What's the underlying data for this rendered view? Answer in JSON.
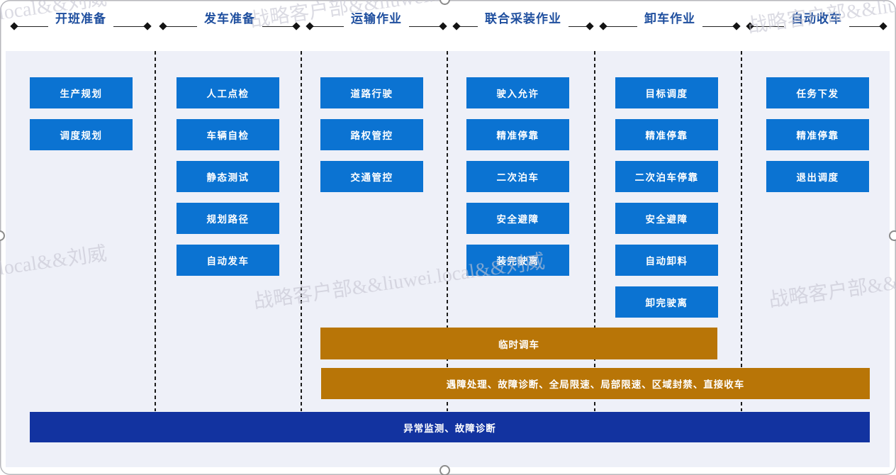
{
  "canvas": {
    "watermark": "战略客户部&&liuwei.local&&刘威"
  },
  "phases": [
    {
      "label": "开班准备",
      "tasks": [
        "生产规划",
        "调度规划"
      ]
    },
    {
      "label": "发车准备",
      "tasks": [
        "人工点检",
        "车辆自检",
        "静态测试",
        "规划路径",
        "自动发车"
      ]
    },
    {
      "label": "运输作业",
      "tasks": [
        "道路行驶",
        "路权管控",
        "交通管控"
      ]
    },
    {
      "label": "联合采装作业",
      "tasks": [
        "驶入允许",
        "精准停靠",
        "二次泊车",
        "安全避障",
        "装完驶离"
      ]
    },
    {
      "label": "卸车作业",
      "tasks": [
        "目标调度",
        "精准停靠",
        "二次泊车停靠",
        "安全避障",
        "自动卸料",
        "卸完驶离"
      ]
    },
    {
      "label": "自动收车",
      "tasks": [
        "任务下发",
        "精准停靠",
        "退出调度"
      ]
    }
  ],
  "overlay_bars": [
    {
      "id": "temp-dispatch",
      "label": "临时调车",
      "color": "#b87507"
    },
    {
      "id": "exception-handling",
      "label": "遇障处理、故障诊断、全局限速、局部限速、区域封禁、直接收车",
      "color": "#b87507"
    },
    {
      "id": "anomaly-monitoring",
      "label": "异常监测、故障诊断",
      "color": "#1233a0"
    }
  ],
  "colors": {
    "task_blue": "#0b73d2",
    "overlay_orange": "#b87507",
    "monitor_navy": "#1233a0",
    "header_blue": "#1e4e9e",
    "panel_bg": "#eef0f8"
  }
}
